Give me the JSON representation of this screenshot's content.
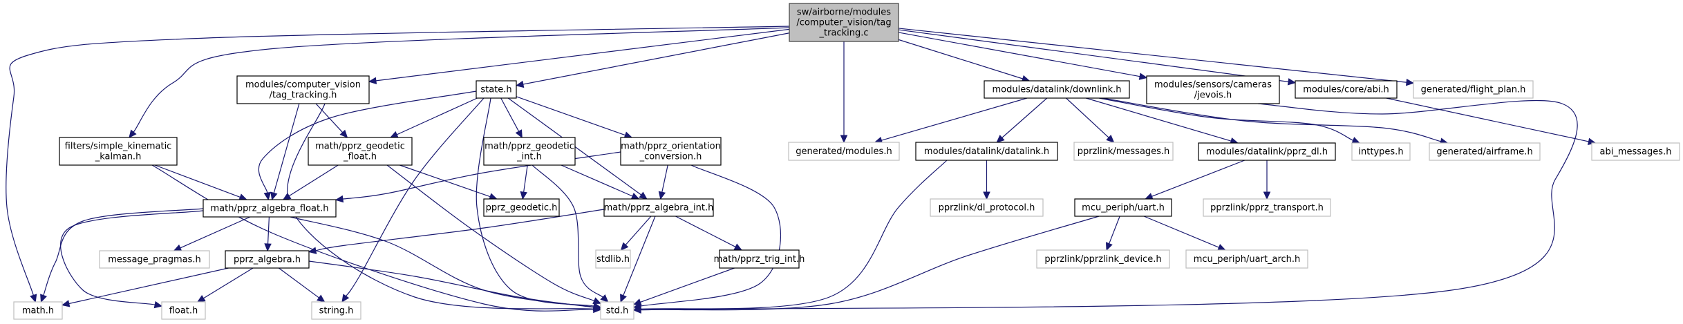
{
  "diagram": {
    "type": "include-dependency-graph",
    "root": "root",
    "colors": {
      "edge": "#191970",
      "root_fill": "#bfbfbf",
      "documented_border": "#000000",
      "undocumented_border": "#bfbfbf"
    },
    "nodes": [
      {
        "id": "root",
        "lines": [
          "sw/airborne/modules",
          "/computer_vision/tag",
          "_tracking.c"
        ],
        "kind": "root"
      },
      {
        "id": "tag_tracking_h",
        "lines": [
          "modules/computer_vision",
          "/tag_tracking.h"
        ],
        "kind": "documented"
      },
      {
        "id": "kalman_h",
        "lines": [
          "filters/simple_kinematic",
          "_kalman.h"
        ],
        "kind": "documented"
      },
      {
        "id": "state_h",
        "lines": [
          "state.h"
        ],
        "kind": "documented"
      },
      {
        "id": "geodetic_float_h",
        "lines": [
          "math/pprz_geodetic",
          "_float.h"
        ],
        "kind": "documented"
      },
      {
        "id": "geodetic_int_h",
        "lines": [
          "math/pprz_geodetic",
          "_int.h"
        ],
        "kind": "documented"
      },
      {
        "id": "orientation_h",
        "lines": [
          "math/pprz_orientation",
          "_conversion.h"
        ],
        "kind": "documented"
      },
      {
        "id": "algebra_float_h",
        "lines": [
          "math/pprz_algebra_float.h"
        ],
        "kind": "documented"
      },
      {
        "id": "pprz_geodetic_h",
        "lines": [
          "pprz_geodetic.h"
        ],
        "kind": "documented"
      },
      {
        "id": "algebra_int_h",
        "lines": [
          "math/pprz_algebra_int.h"
        ],
        "kind": "documented"
      },
      {
        "id": "message_pragmas_h",
        "lines": [
          "message_pragmas.h"
        ],
        "kind": "undocumented"
      },
      {
        "id": "pprz_algebra_h",
        "lines": [
          "pprz_algebra.h"
        ],
        "kind": "documented"
      },
      {
        "id": "stdlib_h",
        "lines": [
          "stdlib.h"
        ],
        "kind": "undocumented"
      },
      {
        "id": "trig_int_h",
        "lines": [
          "math/pprz_trig_int.h"
        ],
        "kind": "documented"
      },
      {
        "id": "math_h",
        "lines": [
          "math.h"
        ],
        "kind": "undocumented"
      },
      {
        "id": "float_h",
        "lines": [
          "float.h"
        ],
        "kind": "undocumented"
      },
      {
        "id": "string_h",
        "lines": [
          "string.h"
        ],
        "kind": "undocumented"
      },
      {
        "id": "std_h",
        "lines": [
          "std.h"
        ],
        "kind": "undocumented"
      },
      {
        "id": "modules_h",
        "lines": [
          "generated/modules.h"
        ],
        "kind": "undocumented"
      },
      {
        "id": "downlink_h",
        "lines": [
          "modules/datalink/downlink.h"
        ],
        "kind": "documented"
      },
      {
        "id": "jevois_h",
        "lines": [
          "modules/sensors/cameras",
          "/jevois.h"
        ],
        "kind": "documented"
      },
      {
        "id": "abi_h",
        "lines": [
          "modules/core/abi.h"
        ],
        "kind": "documented"
      },
      {
        "id": "flight_plan_h",
        "lines": [
          "generated/flight_plan.h"
        ],
        "kind": "undocumented"
      },
      {
        "id": "datalink_h",
        "lines": [
          "modules/datalink/datalink.h"
        ],
        "kind": "documented"
      },
      {
        "id": "messages_h",
        "lines": [
          "pprzlink/messages.h"
        ],
        "kind": "undocumented"
      },
      {
        "id": "pprz_dl_h",
        "lines": [
          "modules/datalink/pprz_dl.h"
        ],
        "kind": "documented"
      },
      {
        "id": "inttypes_h",
        "lines": [
          "inttypes.h"
        ],
        "kind": "undocumented"
      },
      {
        "id": "airframe_h",
        "lines": [
          "generated/airframe.h"
        ],
        "kind": "undocumented"
      },
      {
        "id": "abi_messages_h",
        "lines": [
          "abi_messages.h"
        ],
        "kind": "undocumented"
      },
      {
        "id": "dl_protocol_h",
        "lines": [
          "pprzlink/dl_protocol.h"
        ],
        "kind": "undocumented"
      },
      {
        "id": "uart_h",
        "lines": [
          "mcu_periph/uart.h"
        ],
        "kind": "documented"
      },
      {
        "id": "pprz_transport_h",
        "lines": [
          "pprzlink/pprz_transport.h"
        ],
        "kind": "undocumented"
      },
      {
        "id": "pprzlink_device_h",
        "lines": [
          "pprzlink/pprzlink_device.h"
        ],
        "kind": "undocumented"
      },
      {
        "id": "uart_arch_h",
        "lines": [
          "mcu_periph/uart_arch.h"
        ],
        "kind": "undocumented"
      }
    ],
    "edges": [
      [
        "root",
        "math_h"
      ],
      [
        "root",
        "kalman_h"
      ],
      [
        "root",
        "tag_tracking_h"
      ],
      [
        "root",
        "state_h"
      ],
      [
        "root",
        "modules_h"
      ],
      [
        "root",
        "downlink_h"
      ],
      [
        "root",
        "jevois_h"
      ],
      [
        "root",
        "abi_h"
      ],
      [
        "root",
        "flight_plan_h"
      ],
      [
        "tag_tracking_h",
        "algebra_float_h"
      ],
      [
        "tag_tracking_h",
        "geodetic_float_h"
      ],
      [
        "tag_tracking_h",
        "std_h"
      ],
      [
        "kalman_h",
        "algebra_float_h"
      ],
      [
        "kalman_h",
        "std_h"
      ],
      [
        "state_h",
        "algebra_float_h"
      ],
      [
        "state_h",
        "geodetic_float_h"
      ],
      [
        "state_h",
        "geodetic_int_h"
      ],
      [
        "state_h",
        "orientation_h"
      ],
      [
        "state_h",
        "algebra_int_h"
      ],
      [
        "state_h",
        "string_h"
      ],
      [
        "state_h",
        "std_h"
      ],
      [
        "geodetic_float_h",
        "algebra_float_h"
      ],
      [
        "geodetic_float_h",
        "pprz_geodetic_h"
      ],
      [
        "geodetic_float_h",
        "std_h"
      ],
      [
        "geodetic_int_h",
        "pprz_geodetic_h"
      ],
      [
        "geodetic_int_h",
        "algebra_int_h"
      ],
      [
        "geodetic_int_h",
        "std_h"
      ],
      [
        "orientation_h",
        "algebra_float_h"
      ],
      [
        "orientation_h",
        "algebra_int_h"
      ],
      [
        "orientation_h",
        "std_h"
      ],
      [
        "algebra_float_h",
        "math_h"
      ],
      [
        "algebra_float_h",
        "float_h"
      ],
      [
        "algebra_float_h",
        "message_pragmas_h"
      ],
      [
        "algebra_float_h",
        "pprz_algebra_h"
      ],
      [
        "algebra_float_h",
        "std_h"
      ],
      [
        "algebra_int_h",
        "pprz_algebra_h"
      ],
      [
        "algebra_int_h",
        "stdlib_h"
      ],
      [
        "algebra_int_h",
        "std_h"
      ],
      [
        "algebra_int_h",
        "trig_int_h"
      ],
      [
        "pprz_algebra_h",
        "math_h"
      ],
      [
        "pprz_algebra_h",
        "float_h"
      ],
      [
        "pprz_algebra_h",
        "string_h"
      ],
      [
        "pprz_algebra_h",
        "std_h"
      ],
      [
        "trig_int_h",
        "std_h"
      ],
      [
        "downlink_h",
        "modules_h"
      ],
      [
        "downlink_h",
        "datalink_h"
      ],
      [
        "downlink_h",
        "messages_h"
      ],
      [
        "downlink_h",
        "pprz_dl_h"
      ],
      [
        "downlink_h",
        "inttypes_h"
      ],
      [
        "downlink_h",
        "airframe_h"
      ],
      [
        "datalink_h",
        "dl_protocol_h"
      ],
      [
        "datalink_h",
        "std_h"
      ],
      [
        "pprz_dl_h",
        "uart_h"
      ],
      [
        "pprz_dl_h",
        "pprz_transport_h"
      ],
      [
        "uart_h",
        "pprzlink_device_h"
      ],
      [
        "uart_h",
        "uart_arch_h"
      ],
      [
        "uart_h",
        "std_h"
      ],
      [
        "jevois_h",
        "std_h"
      ],
      [
        "abi_h",
        "abi_messages_h"
      ]
    ]
  }
}
